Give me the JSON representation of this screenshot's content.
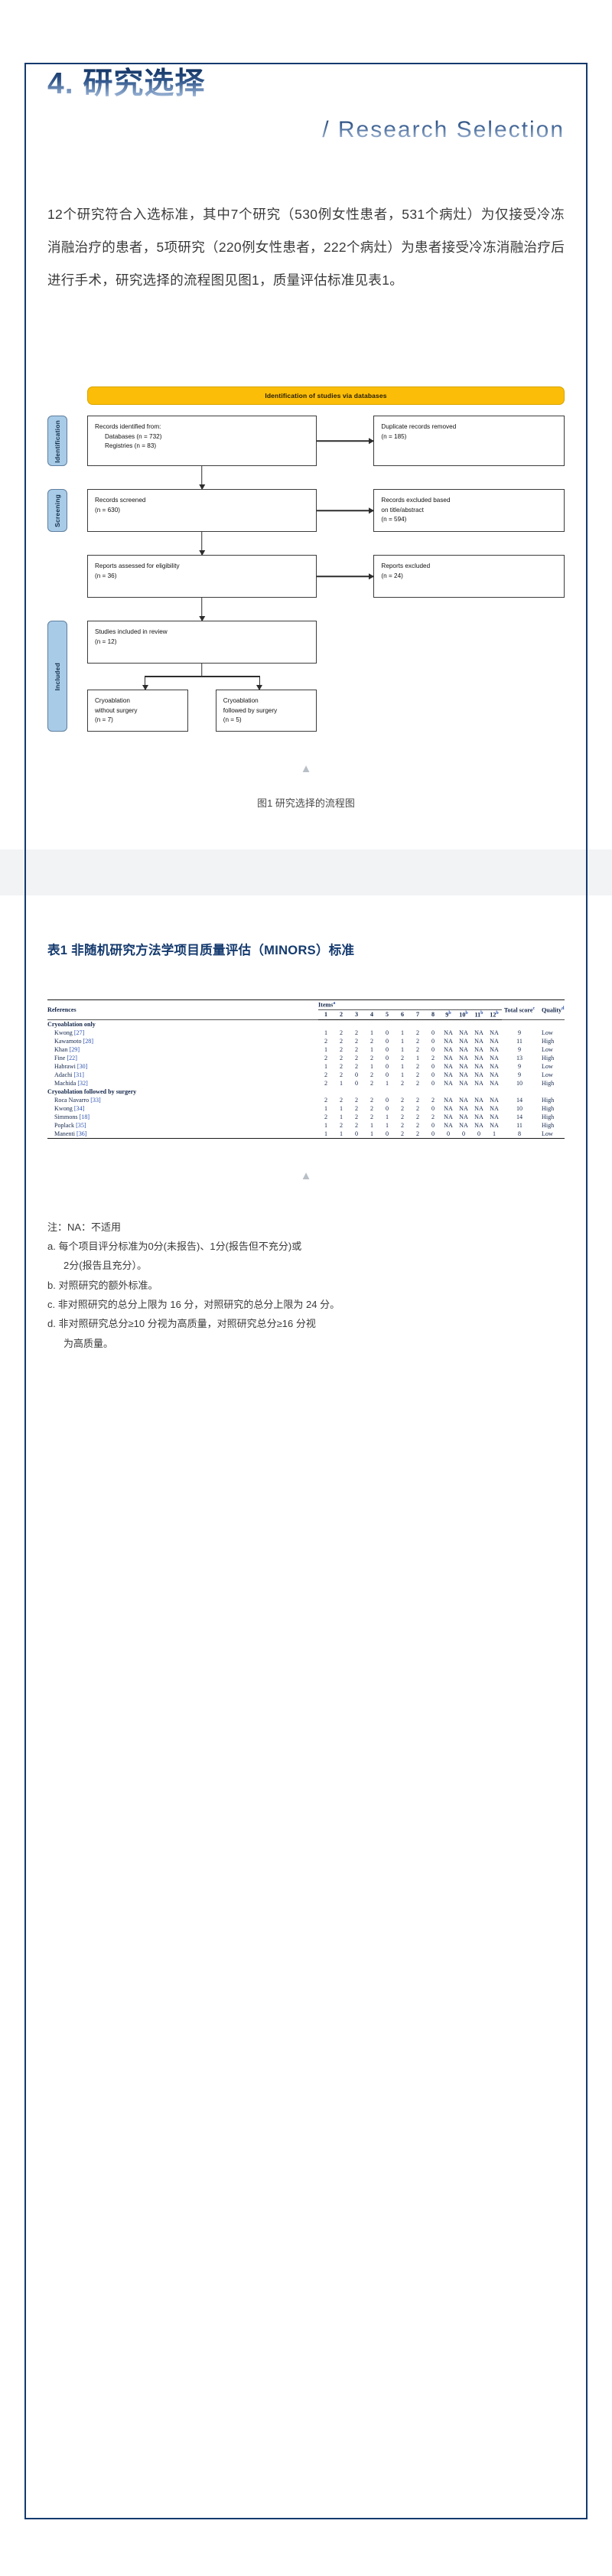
{
  "header": {
    "section_number": "4.",
    "title_cn": "4. 研究选择",
    "title_en": "/ Research Selection"
  },
  "paragraph": "12个研究符合入选标准，其中7个研究（530例女性患者，531个病灶）为仅接受冷冻消融治疗的患者，5项研究（220例女性患者，222个病灶）为患者接受冷冻消融治疗后进行手术，研究选择的流程图见图1，质量评估标准见表1。",
  "flowchart": {
    "header_bar": "Identification of studies via databases",
    "stage_labels": {
      "identification": "Identification",
      "screening": "Screening",
      "included": "Included"
    },
    "boxes": {
      "records_identified_l1": "Records identified from:",
      "records_identified_l2": "Databases (n = 732)",
      "records_identified_l3": "Registries (n = 83)",
      "duplicates_l1": "Duplicate records removed",
      "duplicates_l2": "(n = 185)",
      "records_screened_l1": "Records screened",
      "records_screened_l2": "(n = 630)",
      "records_excluded_l1": "Records excluded based",
      "records_excluded_l2": "on title/abstract",
      "records_excluded_l3": "(n = 594)",
      "reports_assessed_l1": "Reports assessed for eligibility",
      "reports_assessed_l2": "(n = 36)",
      "reports_excluded_l1": "Reports excluded",
      "reports_excluded_l2": "(n = 24)",
      "studies_included_l1": "Studies included in review",
      "studies_included_l2": "(n = 12)",
      "cryo_without_l1": "Cryoablation",
      "cryo_without_l2": "without surgery",
      "cryo_without_l3": "(n = 7)",
      "cryo_followed_l1": "Cryoablation",
      "cryo_followed_l2": "followed by surgery",
      "cryo_followed_l3": "(n = 5)"
    },
    "caption": "图1 研究选择的流程图",
    "scroll_marker": "▲"
  },
  "table_section": {
    "title": "表1 非随机研究方法学项目质量评估（MINORS）标准",
    "scroll_marker": "▲",
    "headers": {
      "references": "References",
      "items": "Items",
      "items_sup": "a",
      "total": "Total score",
      "total_sup": "c",
      "quality": "Quality",
      "quality_sup": "d",
      "item_numbers": [
        "1",
        "2",
        "3",
        "4",
        "5",
        "6",
        "7",
        "8"
      ],
      "item_numbers_sup": [
        {
          "n": "9",
          "s": "b"
        },
        {
          "n": "10",
          "s": "b"
        },
        {
          "n": "11",
          "s": "b"
        },
        {
          "n": "12",
          "s": "b"
        }
      ]
    },
    "groups": [
      {
        "name": "Cryoablation only",
        "rows": [
          {
            "ref": "Kwong",
            "cite": "[27]",
            "items": [
              "1",
              "2",
              "2",
              "1",
              "0",
              "1",
              "2",
              "0",
              "NA",
              "NA",
              "NA",
              "NA"
            ],
            "total": "9",
            "quality": "Low"
          },
          {
            "ref": "Kawamoto",
            "cite": "[28]",
            "items": [
              "2",
              "2",
              "2",
              "2",
              "0",
              "1",
              "2",
              "0",
              "NA",
              "NA",
              "NA",
              "NA"
            ],
            "total": "11",
            "quality": "High"
          },
          {
            "ref": "Khan",
            "cite": "[29]",
            "items": [
              "1",
              "2",
              "2",
              "1",
              "0",
              "1",
              "2",
              "0",
              "NA",
              "NA",
              "NA",
              "NA"
            ],
            "total": "9",
            "quality": "Low"
          },
          {
            "ref": "Fine",
            "cite": "[22]",
            "items": [
              "2",
              "2",
              "2",
              "2",
              "0",
              "2",
              "1",
              "2",
              "NA",
              "NA",
              "NA",
              "NA"
            ],
            "total": "13",
            "quality": "High"
          },
          {
            "ref": "Habrawi",
            "cite": "[30]",
            "items": [
              "1",
              "2",
              "2",
              "1",
              "0",
              "1",
              "2",
              "0",
              "NA",
              "NA",
              "NA",
              "NA"
            ],
            "total": "9",
            "quality": "Low"
          },
          {
            "ref": "Adachi",
            "cite": "[31]",
            "items": [
              "2",
              "2",
              "0",
              "2",
              "0",
              "1",
              "2",
              "0",
              "NA",
              "NA",
              "NA",
              "NA"
            ],
            "total": "9",
            "quality": "Low"
          },
          {
            "ref": "Machida",
            "cite": "[32]",
            "items": [
              "2",
              "1",
              "0",
              "2",
              "1",
              "2",
              "2",
              "0",
              "NA",
              "NA",
              "NA",
              "NA"
            ],
            "total": "10",
            "quality": "High"
          }
        ]
      },
      {
        "name": "Cryoablation followed by surgery",
        "rows": [
          {
            "ref": "Roca Navarro",
            "cite": "[33]",
            "items": [
              "2",
              "2",
              "2",
              "2",
              "0",
              "2",
              "2",
              "2",
              "NA",
              "NA",
              "NA",
              "NA"
            ],
            "total": "14",
            "quality": "High"
          },
          {
            "ref": "Kwong",
            "cite": "[34]",
            "items": [
              "1",
              "1",
              "2",
              "2",
              "0",
              "2",
              "2",
              "0",
              "NA",
              "NA",
              "NA",
              "NA"
            ],
            "total": "10",
            "quality": "High"
          },
          {
            "ref": "Simmons",
            "cite": "[18]",
            "items": [
              "2",
              "1",
              "2",
              "2",
              "1",
              "2",
              "2",
              "2",
              "NA",
              "NA",
              "NA",
              "NA"
            ],
            "total": "14",
            "quality": "High"
          },
          {
            "ref": "Poplack",
            "cite": "[35]",
            "items": [
              "1",
              "2",
              "2",
              "1",
              "1",
              "2",
              "2",
              "0",
              "NA",
              "NA",
              "NA",
              "NA"
            ],
            "total": "11",
            "quality": "High"
          },
          {
            "ref": "Manenti",
            "cite": "[36]",
            "items": [
              "1",
              "1",
              "0",
              "1",
              "0",
              "2",
              "2",
              "0",
              "0",
              "0",
              "0",
              "1"
            ],
            "total": "8",
            "quality": "Low"
          }
        ]
      }
    ],
    "notes": [
      "注：NA：不适用",
      "a. 每个项目评分标准为0分(未报告)、1分(报告但不充分)或",
      "2分(报告且充分）。",
      "b. 对照研究的额外标准。",
      "c. 非对照研究的总分上限为 16 分，对照研究的总分上限为 24 分。",
      "d. 非对照研究总分≥10 分视为高质量，对照研究总分≥16 分视",
      "为高质量。"
    ]
  },
  "colors": {
    "frame": "#143a6e",
    "accent": "#143a6e",
    "flow_header": "#fbbd08",
    "stage_label": "#a8cbe8",
    "band": "#f2f3f5",
    "cite": "#2b50b0"
  }
}
